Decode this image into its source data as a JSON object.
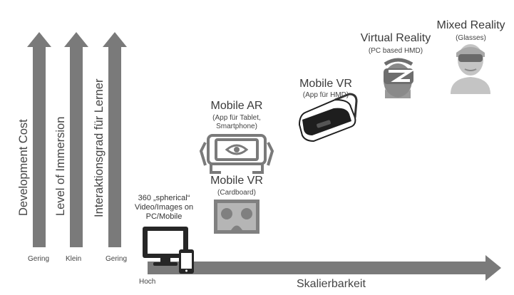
{
  "axes": {
    "development_cost": {
      "label": "Development Cost",
      "low": "Gering"
    },
    "level_of_immersion": {
      "label": "Level of Immersion",
      "low": "Klein"
    },
    "interaktionsgrad": {
      "label": "Interaktionsgrad für Lerner",
      "low": "Gering"
    },
    "skalierbarkeit": {
      "label": "Skalierbarkeit",
      "start": "Hoch"
    }
  },
  "items": {
    "video360": {
      "line1": "360 „spherical“",
      "line2": "Video/Images on",
      "line3": "PC/Mobile"
    },
    "mobile_vr_cardboard": {
      "title": "Mobile VR",
      "sub": "(Cardboard)"
    },
    "mobile_ar": {
      "title": "Mobile AR",
      "sub1": "(App für Tablet,",
      "sub2": "Smartphone)"
    },
    "mobile_vr_hmd": {
      "title": "Mobile VR",
      "sub": "(App für HMD)"
    },
    "virtual_reality": {
      "title": "Virtual Reality",
      "sub": "(PC based HMD)"
    },
    "mixed_reality": {
      "title": "Mixed Reality",
      "sub": "(Glasses)"
    }
  },
  "colors": {
    "arrow": "#7a7a7a",
    "icon_dark": "#262626",
    "icon_gray": "#808080"
  }
}
